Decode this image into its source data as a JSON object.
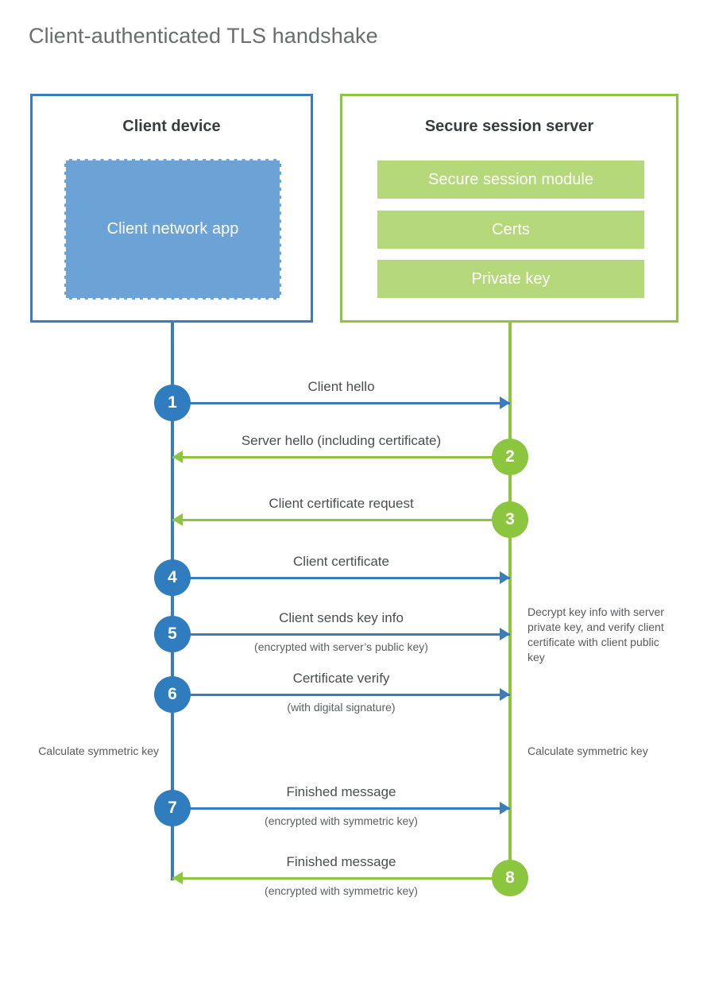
{
  "title": "Client-authenticated TLS handshake",
  "colors": {
    "client_blue": "#3a7cbe",
    "client_circle_blue": "#2f7cbe",
    "client_app_fill": "#6ba3d6",
    "server_green": "#8cc63e",
    "server_bar_fill": "#b5d97a",
    "title_gray": "#6a6c6e",
    "text_gray": "#4b4d4f"
  },
  "client": {
    "title": "Client device",
    "app_label": "Client network app"
  },
  "server": {
    "title": "Secure session server",
    "modules": [
      "Secure session module",
      "Certs",
      "Private key"
    ]
  },
  "steps": [
    {
      "number": "1",
      "label": "Client hello",
      "sublabel": "",
      "direction": "right",
      "origin": "client",
      "color": "blue"
    },
    {
      "number": "2",
      "label": "Server hello (including certificate)",
      "sublabel": "",
      "direction": "left",
      "origin": "server",
      "color": "green"
    },
    {
      "number": "3",
      "label": "Client certificate request",
      "sublabel": "",
      "direction": "left",
      "origin": "server",
      "color": "green"
    },
    {
      "number": "4",
      "label": "Client certificate",
      "sublabel": "",
      "direction": "right",
      "origin": "client",
      "color": "blue"
    },
    {
      "number": "5",
      "label": "Client sends key info",
      "sublabel": "(encrypted with server’s public key)",
      "direction": "right",
      "origin": "client",
      "color": "blue"
    },
    {
      "number": "6",
      "label": "Certificate verify",
      "sublabel": "(with digital signature)",
      "direction": "right",
      "origin": "client",
      "color": "blue"
    },
    {
      "number": "7",
      "label": "Finished message",
      "sublabel": "(encrypted with symmetric key)",
      "direction": "right",
      "origin": "client",
      "color": "blue"
    },
    {
      "number": "8",
      "label": "Finished message",
      "sublabel": "(encrypted with symmetric key)",
      "direction": "left",
      "origin": "server",
      "color": "green"
    }
  ],
  "annotations": {
    "server_decrypt": "Decrypt key info with server private key, and verify client certificate with client public key",
    "client_symmetric_key": "Calculate symmetric key",
    "server_symmetric_key": "Calculate symmetric key"
  }
}
